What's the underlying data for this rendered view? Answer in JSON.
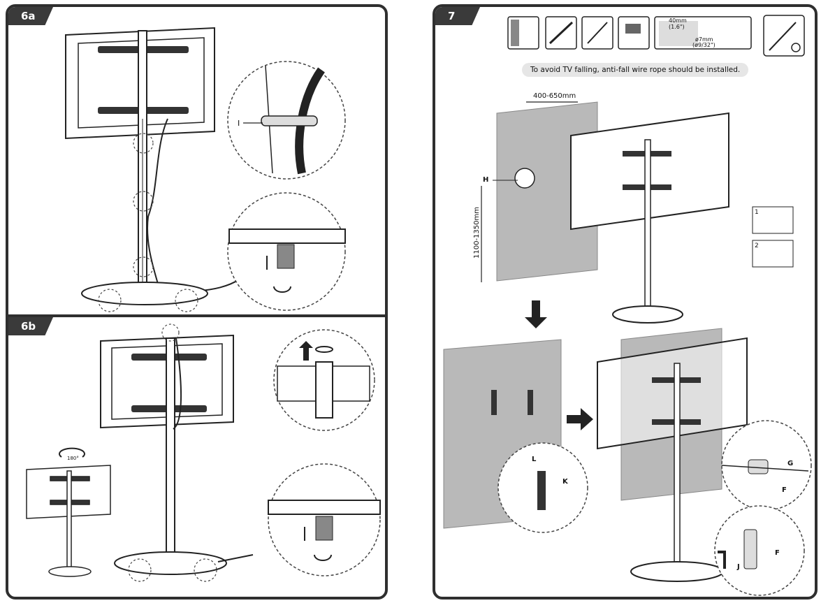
{
  "panels": {
    "p6a": {
      "tag": "6a",
      "callout_label": "I"
    },
    "p6b": {
      "tag": "6b",
      "rotate_label": "180°"
    },
    "p7": {
      "tag": "7",
      "note": "To avoid TV falling, anti-fall wire rope should be installed.",
      "width_dim": "400-650mm",
      "height_dim": "1100-1350mm",
      "label_h": "H",
      "label_l": "L",
      "label_k": "K",
      "label_g": "G",
      "label_f1": "F",
      "label_f2": "F",
      "label_j": "J",
      "drill_depth_mm": "40mm",
      "drill_depth_in": "(1.6\")",
      "drill_dia_mm": "ø7mm",
      "drill_dia_in": "(ø9/32\")",
      "step1": "1",
      "step2": "2"
    }
  },
  "colors": {
    "frame": "#2f2f2f",
    "tag_bg": "#3a3a3a",
    "wall": "#b9b9b9",
    "note_bg": "#e6e6e6"
  }
}
